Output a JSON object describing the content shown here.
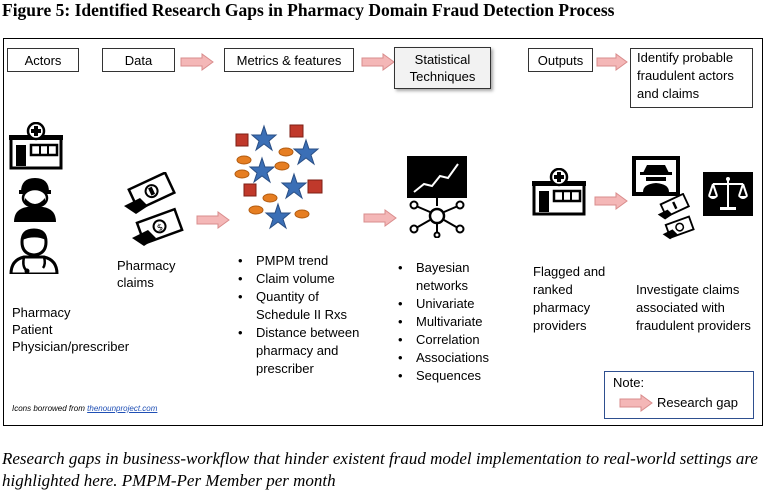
{
  "figure_title": "Figure 5: Identified Research Gaps in Pharmacy Domain Fraud Detection Process",
  "headers": {
    "actors": "Actors",
    "data": "Data",
    "metrics": "Metrics & features",
    "statistical_line1": "Statistical",
    "statistical_line2": "Techniques",
    "outputs": "Outputs",
    "identify_line1": "Identify probable",
    "identify_line2": "fraudulent actors",
    "identify_line3": "and claims"
  },
  "actors": {
    "line1": "Pharmacy",
    "line2": "Patient",
    "line3": "Physician/prescriber"
  },
  "data_text": {
    "line1": "Pharmacy",
    "line2": "claims"
  },
  "metrics_list": [
    "PMPM trend",
    "Claim volume",
    "Quantity of",
    "Schedule II Rxs",
    "Distance between",
    "pharmacy and",
    "prescriber"
  ],
  "techniques_list": [
    "Bayesian",
    "networks",
    "Univariate",
    "Multivariate",
    "Correlation",
    "Associations",
    "Sequences"
  ],
  "outputs_text": {
    "line1": "Flagged and",
    "line2": "ranked",
    "line3": "pharmacy",
    "line4": "providers"
  },
  "investigate_text": {
    "line1": "Investigate claims",
    "line2": "associated with",
    "line3": "fraudulent providers"
  },
  "credit": {
    "prefix": "Icons borrowed from ",
    "link": "thenounproject.com"
  },
  "note": {
    "title": "Note:",
    "legend": "Research gap"
  },
  "caption": "Research gaps in business-workflow that hinder existent fraud model implementation to real-world settings are highlighted here. PMPM-Per Member per month",
  "colors": {
    "gap_arrow_fill": "#f4b7b7",
    "gap_arrow_stroke": "#d98c8c",
    "note_border": "#2e4f8f",
    "star": "#3b6fb6",
    "cube": "#c0392b",
    "coin": "#e67e22"
  },
  "icons": [
    "pharmacy-store-icon",
    "patient-icon",
    "physician-icon",
    "money-hand-icon",
    "data-cloud-icon",
    "chart-network-icon",
    "detective-icon",
    "scales-icon"
  ]
}
